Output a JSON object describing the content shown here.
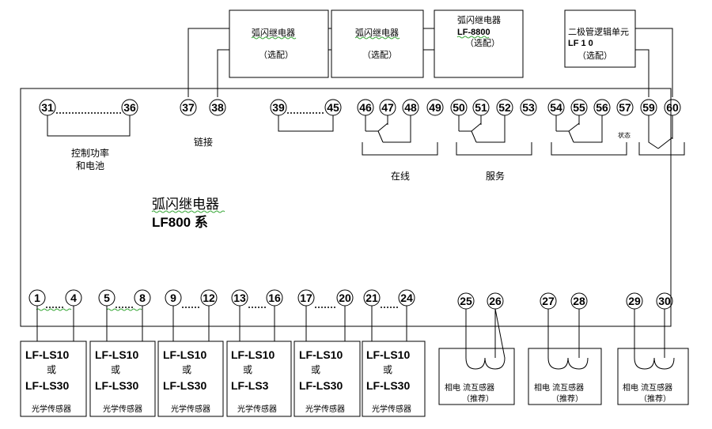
{
  "main_unit": {
    "title_line1": "弧闪继电器",
    "title_line2": "LF800 系"
  },
  "top_modules": [
    {
      "line1": "弧闪继电器",
      "line2": "（选配）"
    },
    {
      "line1": "弧闪继电器",
      "line2": "（选配）"
    },
    {
      "line1": "弧闪继电器",
      "line2": "LF-8800",
      "line3": "（选配）"
    },
    {
      "line1": "二极管逻辑单元",
      "line2": "LF 1 0",
      "line3": "（选配）"
    }
  ],
  "terminals": {
    "top": [
      "31",
      "36",
      "37",
      "38",
      "39",
      "45",
      "46",
      "47",
      "48",
      "49",
      "50",
      "51",
      "52",
      "53",
      "54",
      "55",
      "56",
      "57",
      "59",
      "60"
    ],
    "bottom": [
      "1",
      "4",
      "5",
      "8",
      "9",
      "12",
      "13",
      "16",
      "17",
      "20",
      "21",
      "24",
      "25",
      "26",
      "27",
      "28",
      "29",
      "30"
    ]
  },
  "group_labels": {
    "control_power_line1": "控制功率",
    "control_power_line2": "和电池",
    "link": "链接",
    "online": "在线",
    "service": "服务",
    "status": "状态"
  },
  "sensors": [
    {
      "line1": "LF-LS10",
      "line2": "或",
      "line3": "LF-LS30",
      "caption": "光学传感器"
    },
    {
      "line1": "LF-LS10",
      "line2": "或",
      "line3": "LF-LS30",
      "caption": "光学传感器"
    },
    {
      "line1": "LF-LS10",
      "line2": "或",
      "line3": "LF-LS30",
      "caption": "光学传感器"
    },
    {
      "line1": "LF-LS10",
      "line2": "或",
      "line3": "LF-LS3",
      "caption": "光学传感器"
    },
    {
      "line1": "LF-LS10",
      "line2": "或",
      "line3": "LF-LS30",
      "caption": "光学传感器"
    },
    {
      "line1": "LF-LS10",
      "line2": "或",
      "line3": "LF-LS30",
      "caption": "光学传感器"
    }
  ],
  "ct_modules": [
    {
      "line1": "相电 流互感器",
      "line2": "（推荐）"
    },
    {
      "line1": "相电 流互感器",
      "line2": "（推荐）"
    },
    {
      "line1": "相电 流互感器",
      "line2": "（推荐）"
    }
  ]
}
